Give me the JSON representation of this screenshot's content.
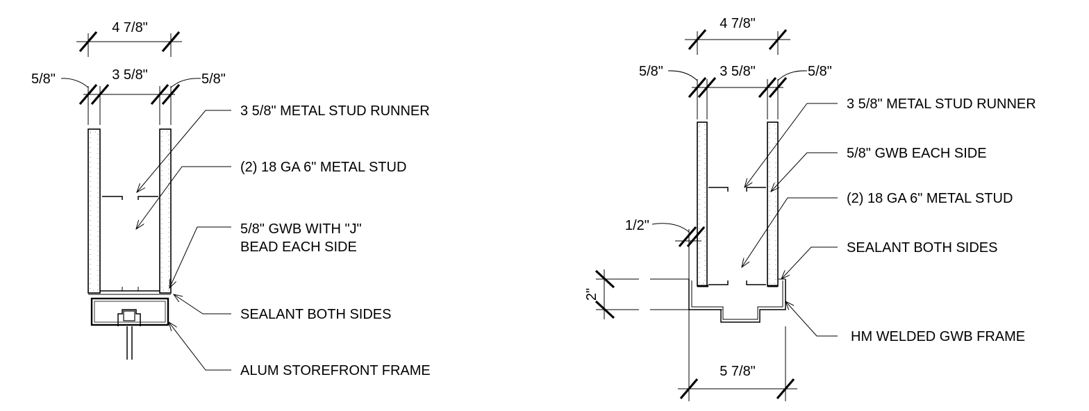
{
  "left_detail": {
    "dim_overall": "4 7/8\"",
    "dim_stud": "3 5/8\"",
    "dim_gwb_left": "5/8\"",
    "dim_gwb_right": "5/8\"",
    "callouts": [
      "3 5/8\" METAL STUD RUNNER",
      "(2) 18 GA  6\" METAL STUD",
      "5/8\" GWB WITH \"J\"",
      "BEAD EACH SIDE",
      "SEALANT BOTH SIDES",
      "ALUM STOREFRONT FRAME"
    ]
  },
  "right_detail": {
    "dim_overall": "4 7/8\"",
    "dim_stud": "3 5/8\"",
    "dim_gwb_left": "5/8\"",
    "dim_gwb_right": "5/8\"",
    "dim_half": "1/2\"",
    "dim_two": "2\"",
    "dim_frame": "5 7/8\"",
    "callouts": [
      "3 5/8\" METAL STUD RUNNER",
      "5/8\" GWB EACH SIDE",
      "(2) 18 GA  6\" METAL STUD",
      "SEALANT BOTH SIDES",
      "HM WELDED GWB FRAME"
    ]
  }
}
